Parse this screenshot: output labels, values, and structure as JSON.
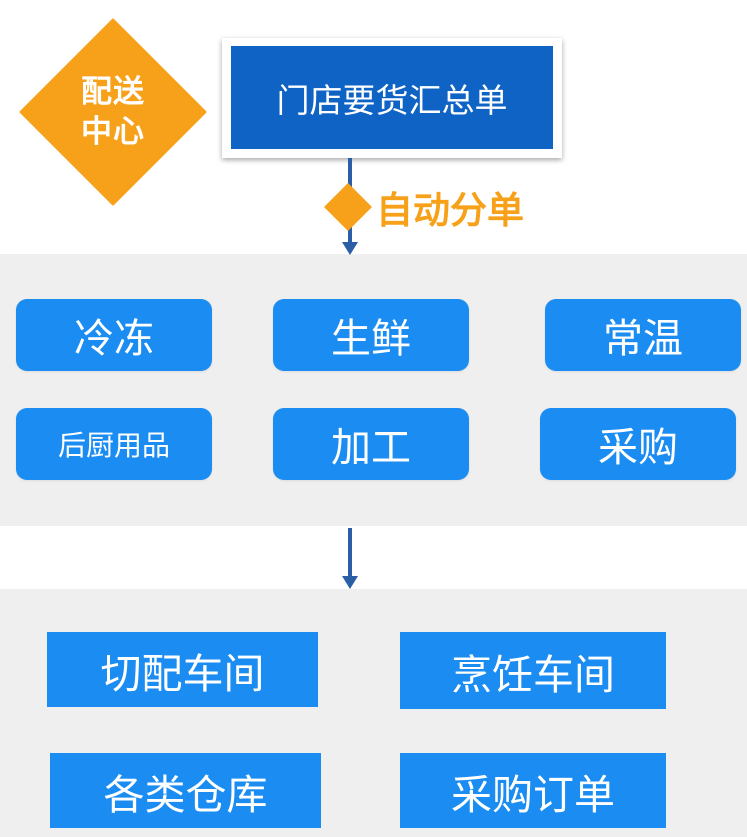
{
  "center": {
    "label_line1": "配送",
    "label_line2": "中心"
  },
  "summary": {
    "title": "门店要货汇总单"
  },
  "split": {
    "label": "自动分单"
  },
  "categories": [
    {
      "label": "冷冻"
    },
    {
      "label": "生鲜"
    },
    {
      "label": "常温"
    },
    {
      "label": "后厨用品"
    },
    {
      "label": "加工"
    },
    {
      "label": "采购"
    }
  ],
  "outputs": [
    {
      "label": "切配车间"
    },
    {
      "label": "烹饪车间"
    },
    {
      "label": "各类仓库"
    },
    {
      "label": "采购订单"
    }
  ],
  "colors": {
    "orange": "#f7a11a",
    "dark_blue": "#0f63c4",
    "light_blue": "#1a8cf2",
    "arrow": "#2a5fa8",
    "panel": "#efefef"
  }
}
